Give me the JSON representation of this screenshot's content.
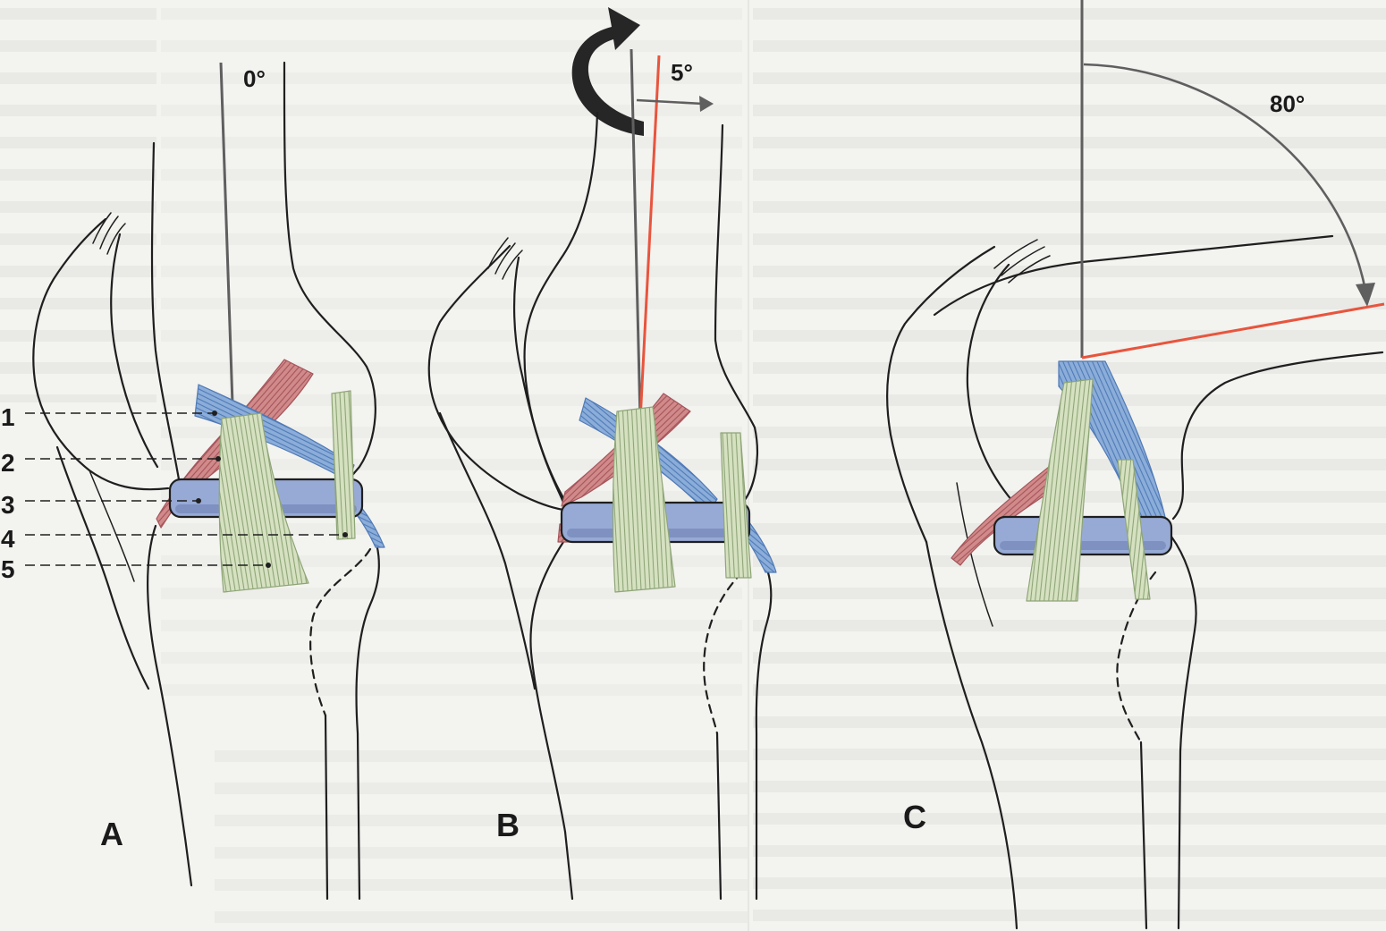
{
  "figure": {
    "panels": [
      {
        "label": "A",
        "angle_label": "0°"
      },
      {
        "label": "B",
        "angle_label": "5°"
      },
      {
        "label": "C",
        "angle_label": "80°"
      }
    ],
    "callouts": [
      "1",
      "2",
      "3",
      "4",
      "5"
    ]
  },
  "icons": [
    "rotation-arrow-icon",
    "arrow-right-icon",
    "arc-arrow-icon"
  ],
  "colors": {
    "background": "#f3f3f0",
    "outline": "#1f1f1f",
    "axis": "#5f5f5f",
    "reference_line": "#e8553d",
    "meniscus": "#97aad6",
    "ligament_green": "#d5e1c0",
    "ligament_green_fiber": "#8ea577",
    "ligament_blue": "#8badd9",
    "ligament_blue_fiber": "#4f7ab6",
    "muscle_red": "#d18a8a",
    "muscle_red_fiber": "#a5545a",
    "arrow": "#262626"
  }
}
